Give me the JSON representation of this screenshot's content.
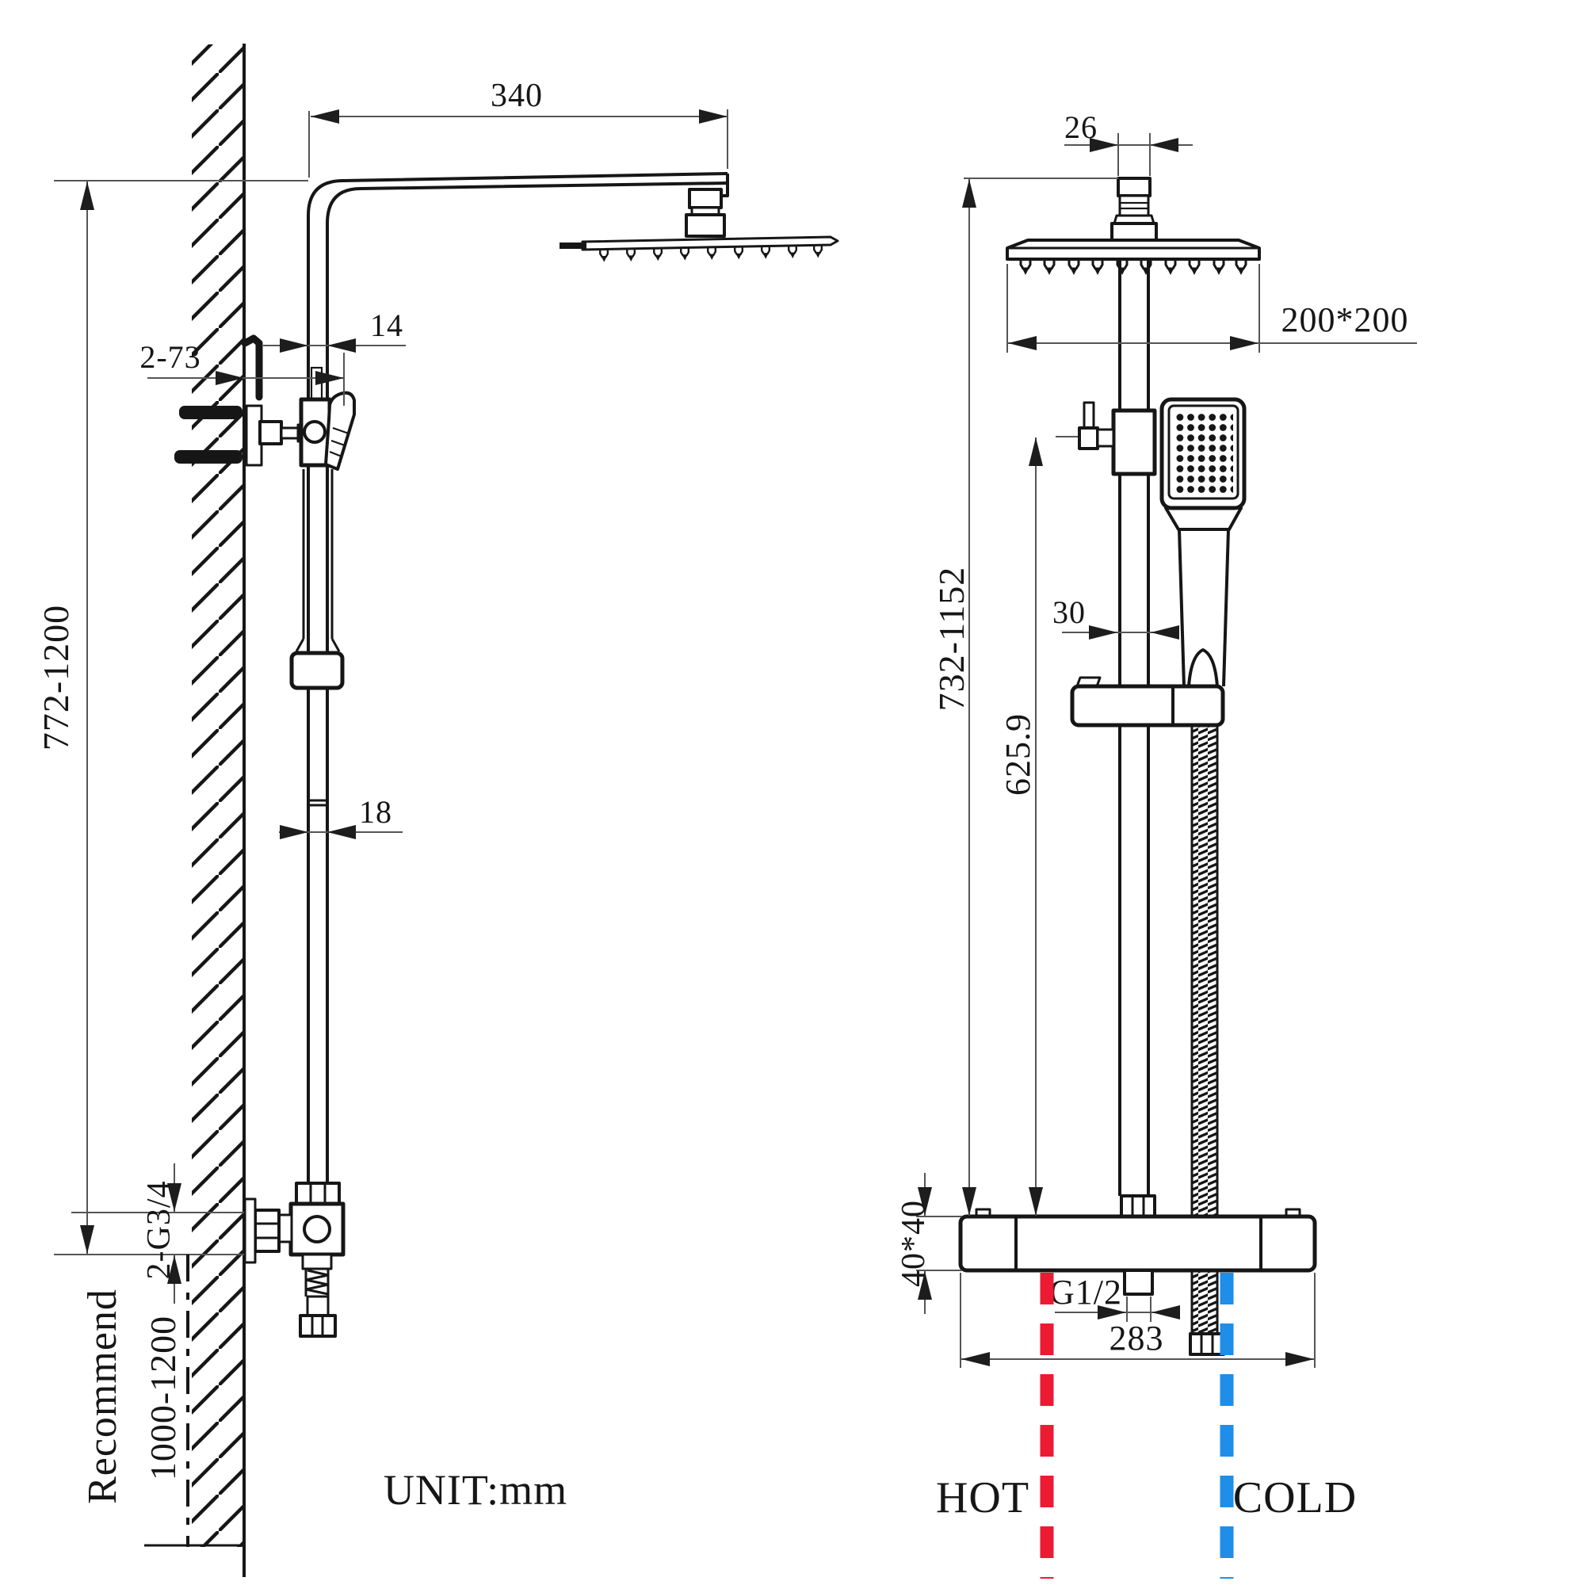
{
  "diagram": {
    "title": "shower-set-installation-drawing",
    "unit_label": "UNIT:mm",
    "left_view": {
      "dim_arm_length": "340",
      "dim_upper_pipe": "14",
      "dim_wall_clearance": "2-73",
      "dim_install_height": "772-1200",
      "dim_lower_pipe": "18",
      "dim_inlet_thread": "2-G3/4",
      "recommend_label": "Recommend",
      "dim_recommend_height": "1000-1200"
    },
    "right_view": {
      "dim_top_connector": "26",
      "dim_head_size": "200*200",
      "dim_column_height": "732-1152",
      "dim_diverter_height": "625.9",
      "dim_pipe_width": "30",
      "dim_valve_section": "40*40",
      "dim_outlet_thread": "G1/2",
      "dim_valve_length": "283",
      "hot_label": "HOT",
      "cold_label": "COLD"
    }
  },
  "colors": {
    "hot": "#ed1a33",
    "cold": "#1e8ee8",
    "line": "#161616",
    "thin": "#555555"
  }
}
